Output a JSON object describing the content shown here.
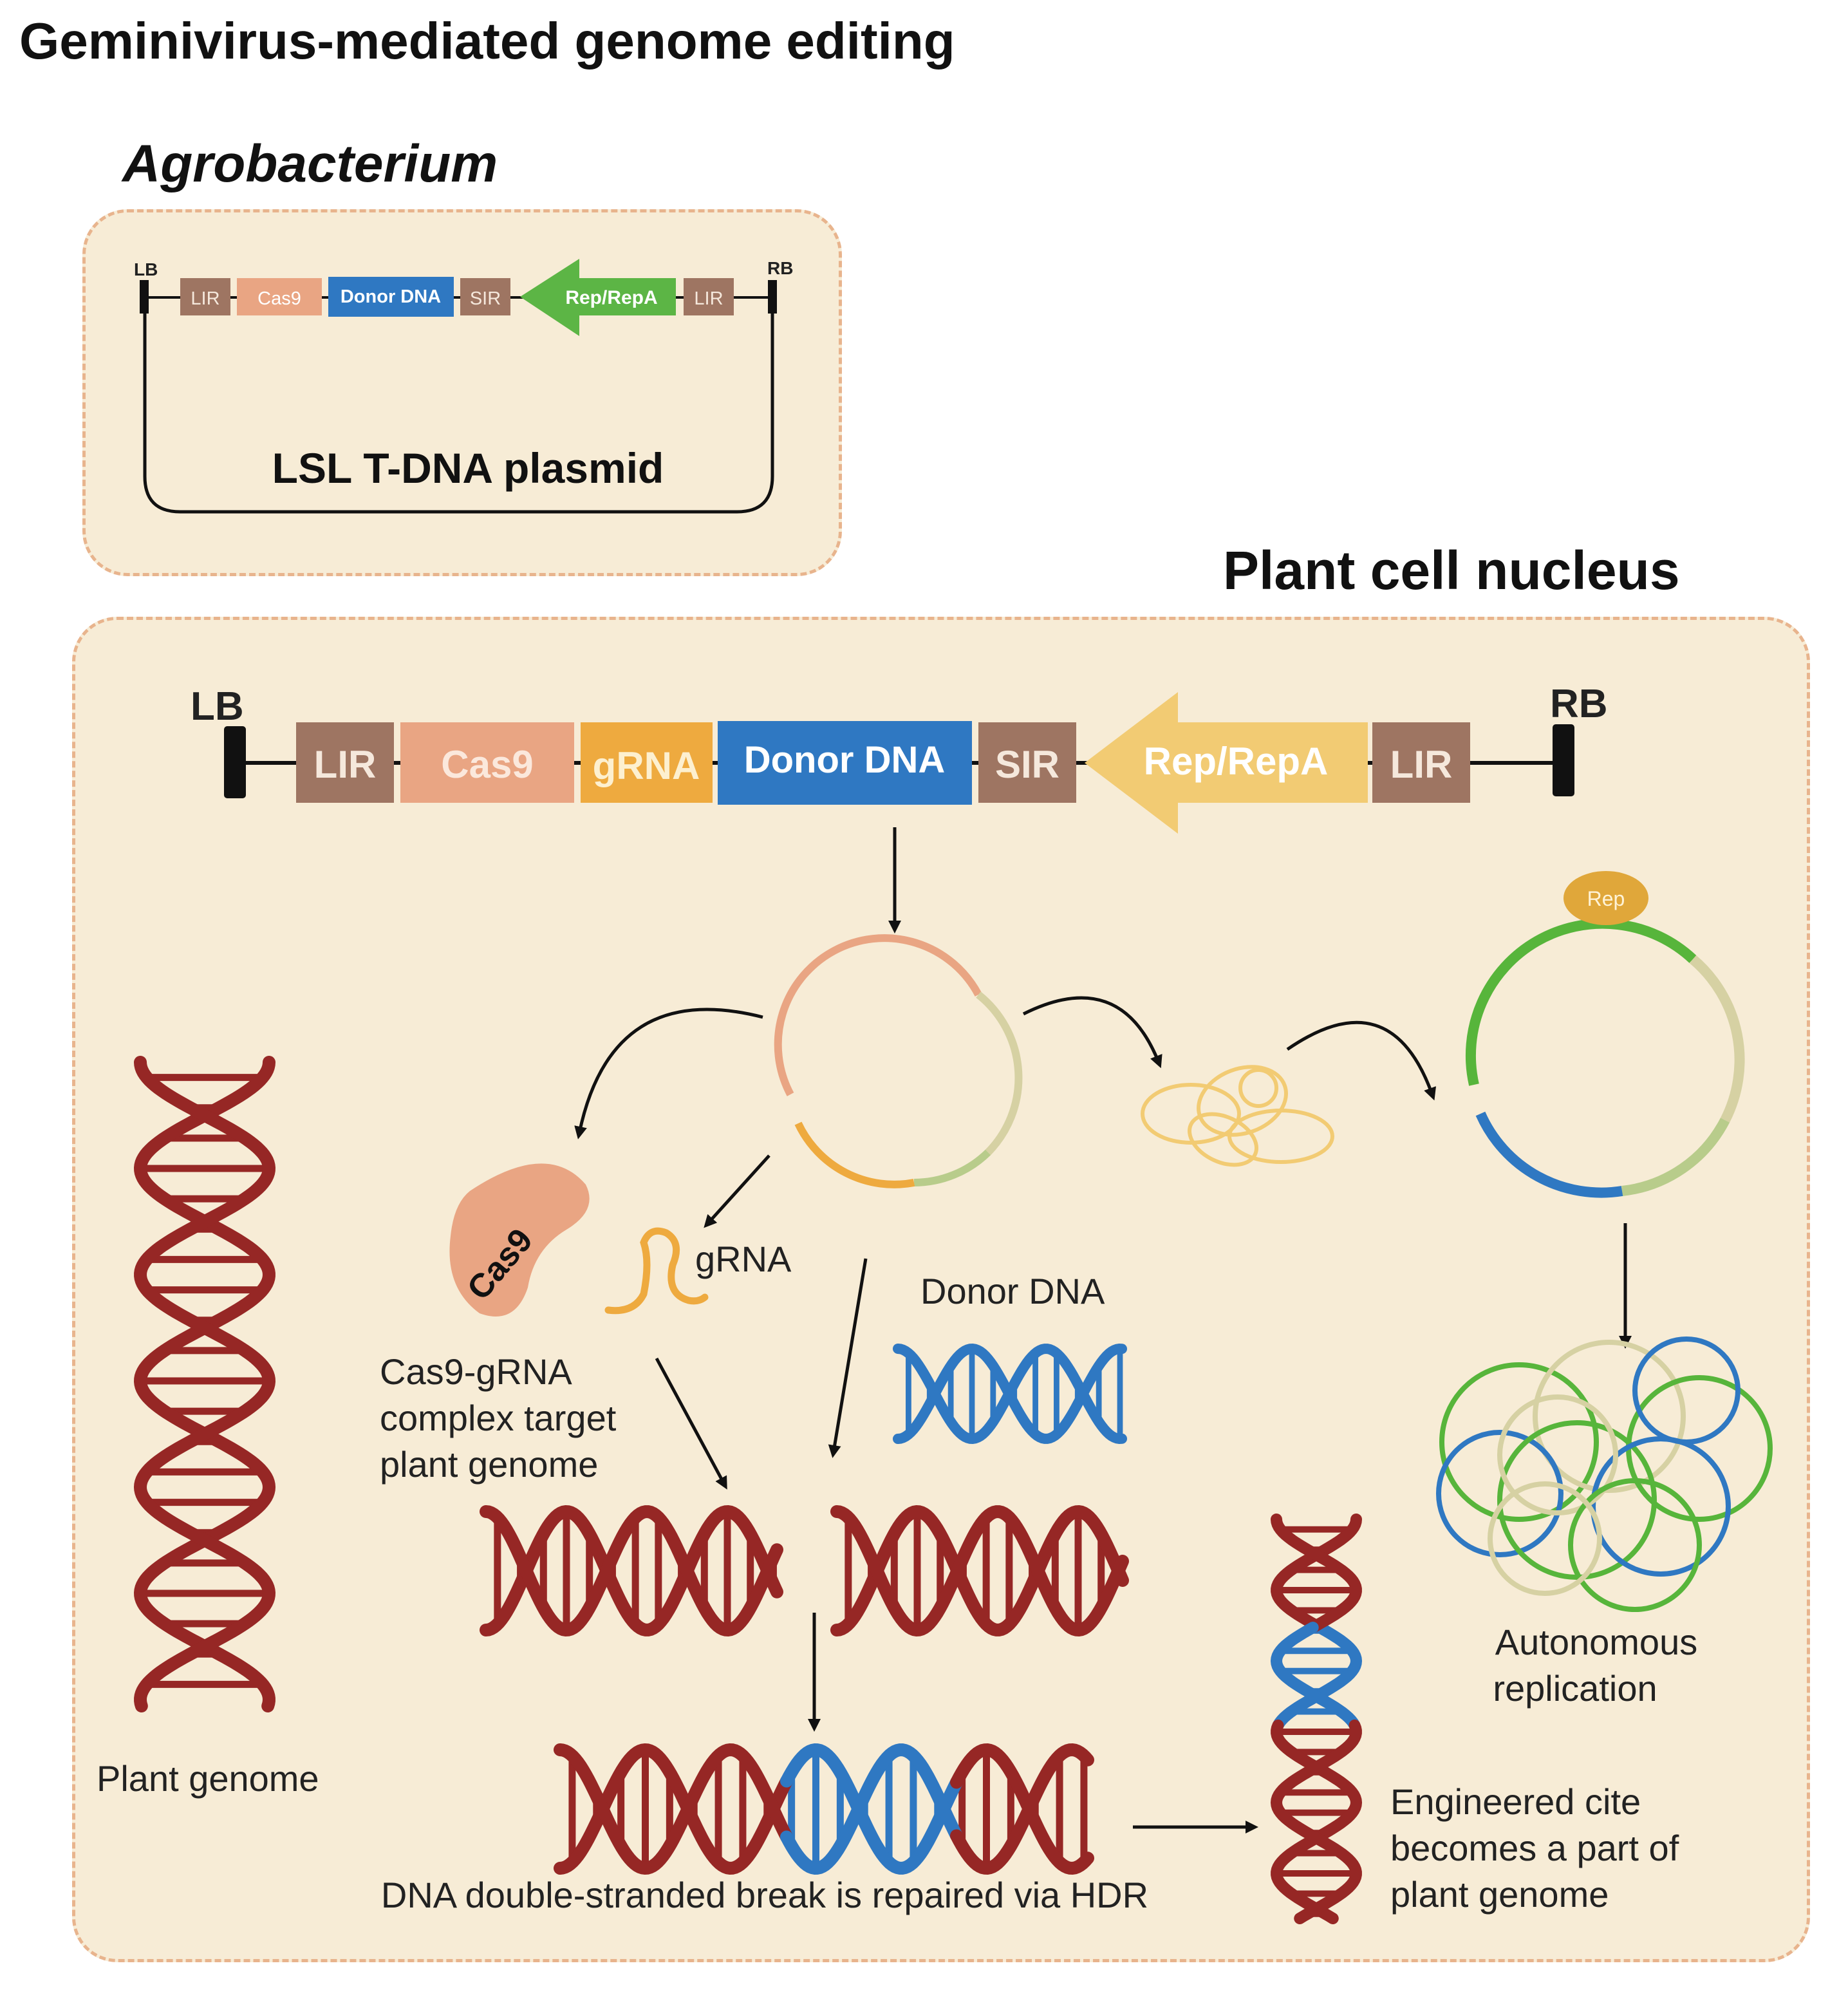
{
  "title": "Geminivirus-mediated genome editing",
  "agrobacterium": {
    "label": "Agrobacterium",
    "plasmid_label": "LSL T-DNA plasmid",
    "lb": "LB",
    "rb": "RB",
    "elements": [
      "LIR",
      "Cas9",
      "Donor DNA",
      "SIR",
      "Rep/RepA",
      "LIR"
    ]
  },
  "nucleus": {
    "label": "Plant cell nucleus",
    "lb": "LB",
    "rb": "RB",
    "elements": [
      "LIR",
      "Cas9",
      "gRNA",
      "Donor DNA",
      "SIR",
      "Rep/RepA",
      "LIR"
    ],
    "rep_protein": "Rep",
    "cas9_protein": "Cas9",
    "grna_label": "gRNA",
    "donor_dna_label": "Donor DNA",
    "cas9_grna_text": [
      "Cas9-gRNA",
      "complex target",
      "plant genome"
    ],
    "plant_genome_label": "Plant genome",
    "autonomous_text": [
      "Autonomous",
      "replication"
    ],
    "hdr_text": "DNA double-stranded break is repaired via HDR",
    "engineered_text": [
      "Engineered cite",
      "becomes a part of",
      "plant genome"
    ]
  },
  "colors": {
    "panel_fill": "#f7ecd6",
    "panel_border": "#e8b48d",
    "lir_sir": "#9e7562",
    "cas9": "#e9a583",
    "grna": "#eeaa3f",
    "donor_dna": "#2f78c2",
    "rep_small": "#5cb545",
    "rep_large": "#f2cb73",
    "genome_red": "#962725",
    "donor_blue": "#2f78c2",
    "replicon_green": "#57b53b",
    "replicon_beige": "#d6d1a3",
    "replicon_olive": "#b8cc8b"
  }
}
